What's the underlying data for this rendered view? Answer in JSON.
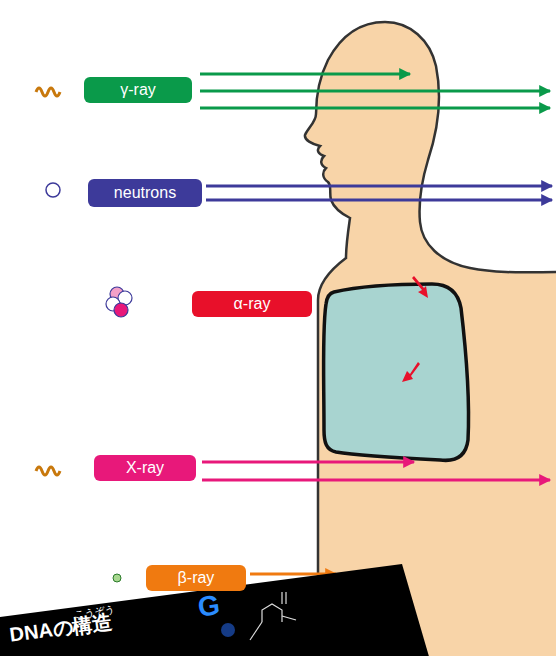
{
  "diagram": {
    "nodes": [
      {
        "text": [
          "γ-ray"
        ]
      },
      {
        "text": [
          "neutrons"
        ]
      },
      {
        "text": [
          "α-ray"
        ]
      },
      {
        "text": [
          "X-ray"
        ]
      },
      {
        "text": [
          "β-ray"
        ]
      }
    ],
    "labels": [
      "こうぞう",
      "DNAの構造",
      "G"
    ]
  }
}
